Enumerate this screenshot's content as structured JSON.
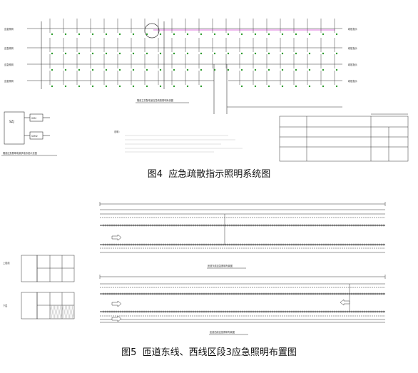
{
  "fig4": {
    "label": "图4",
    "title": "应急疏散指示照明系统图",
    "drawing_title": "隧道主变配电室应急疏散照明系统图",
    "box_left": "SZJ",
    "box_right_top": "SSM",
    "box_right_bottom": "SSM2",
    "note_label": "说明："
  },
  "fig5": {
    "label": "图5",
    "title": "匝道东线、西线区段3应急照明布置图",
    "plan_top_title": "匝道东线应急照明布置图",
    "plan_bottom_title": "匝道西线应急照明布置图",
    "side_label_top": "上层线",
    "side_label_bottom": "下层"
  }
}
